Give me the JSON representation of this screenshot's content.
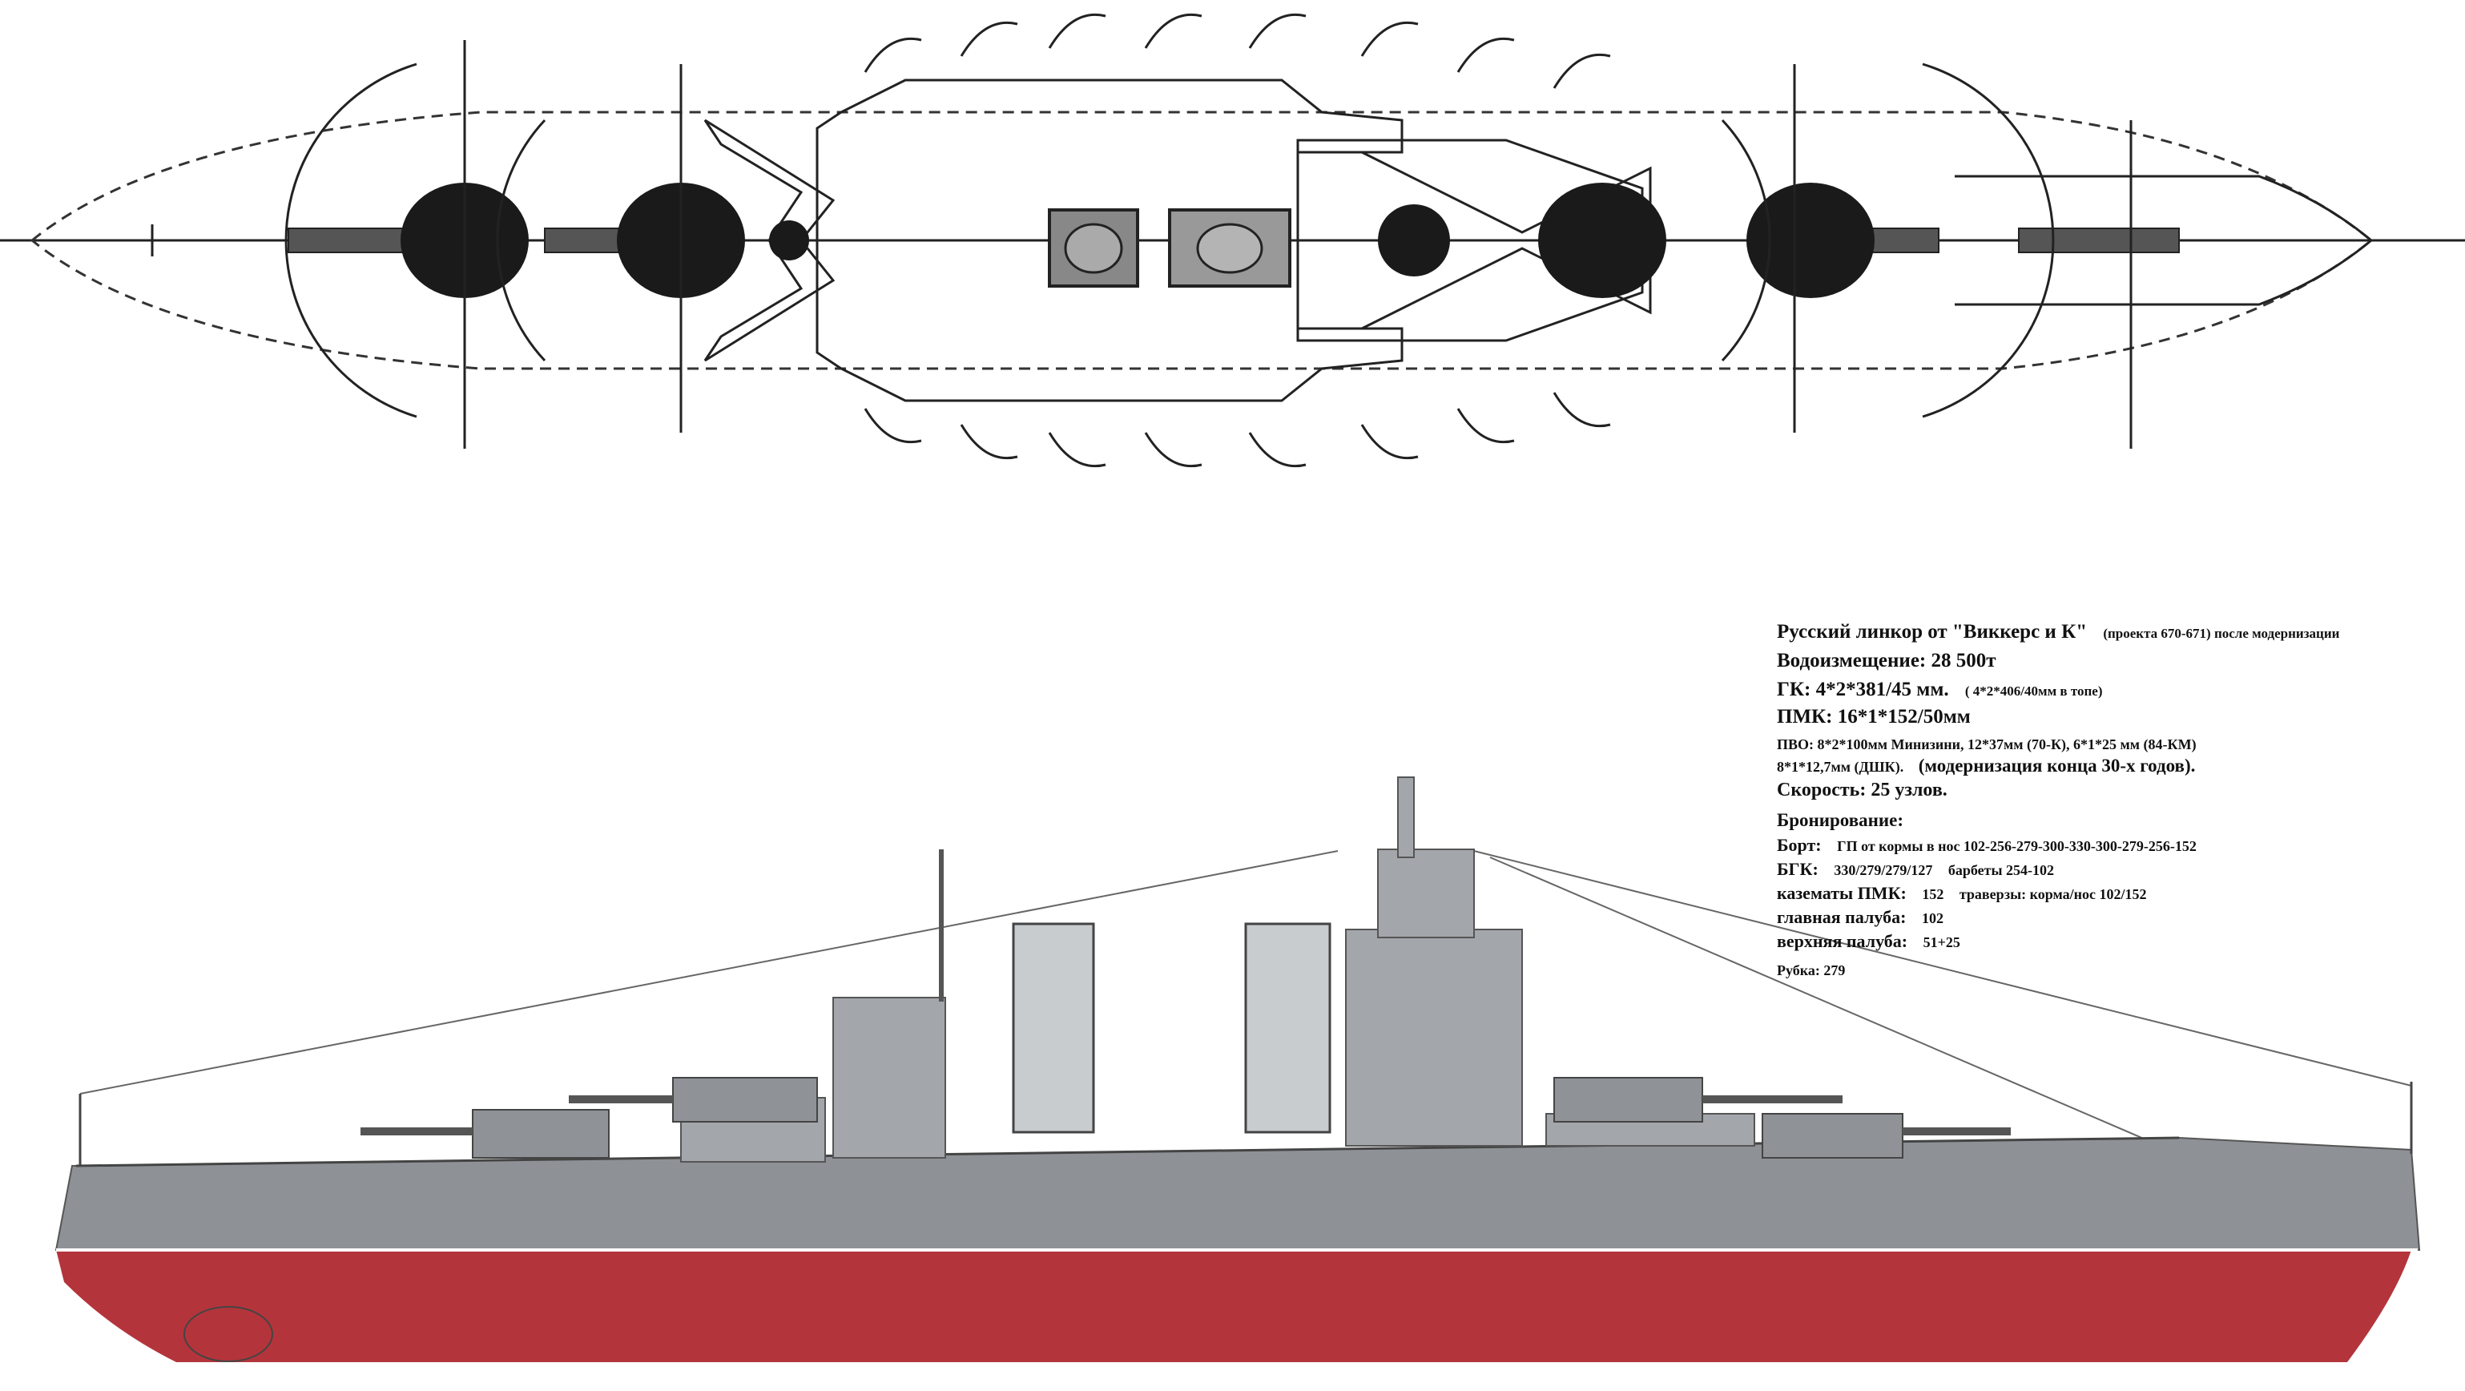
{
  "specs": {
    "title": "Русский  линкор  от \"Виккерс и К\"",
    "title_note": "(проекта 670-671)  после модернизации",
    "displacement": "Водоизмещение: 28 500т",
    "main_battery": "ГК: 4*2*381/45 мм.",
    "main_battery_note": "( 4*2*406/40мм в  топе)",
    "secondary": "ПМК: 16*1*152/50мм",
    "aa_line1": "ПВО: 8*2*100мм Минизини, 12*37мм (70-К), 6*1*25 мм (84-КМ)",
    "aa_line2": "8*1*12,7мм (ДШК).",
    "aa_note": "(модернизация конца 30-х годов).",
    "speed": "Скорость: 25 узлов.",
    "armor_header": "Бронирование:",
    "belt_label": "Борт:",
    "belt_value": "ГП  от кормы в нос 102-256-279-300-330-300-279-256-152",
    "bgk_label": "БГК:",
    "bgk_value": "330/279/279/127",
    "barbette_value": "барбеты 254-102",
    "casemate_label": "казематы ПМК:",
    "casemate_value": "152",
    "traverse_value": "траверзы: корма/нос 102/152",
    "main_deck_label": "главная палуба:",
    "main_deck_value": "102",
    "upper_deck_label": "верхняя палуба:",
    "upper_deck_value": "51+25",
    "tower": "Рубка: 279"
  },
  "colors": {
    "hull_grey": "#8e9196",
    "deck_grey": "#a3a6aa",
    "hull_red": "#b4343b",
    "funnel": "#c9cccf",
    "turret_dark": "#1a1a1a"
  }
}
